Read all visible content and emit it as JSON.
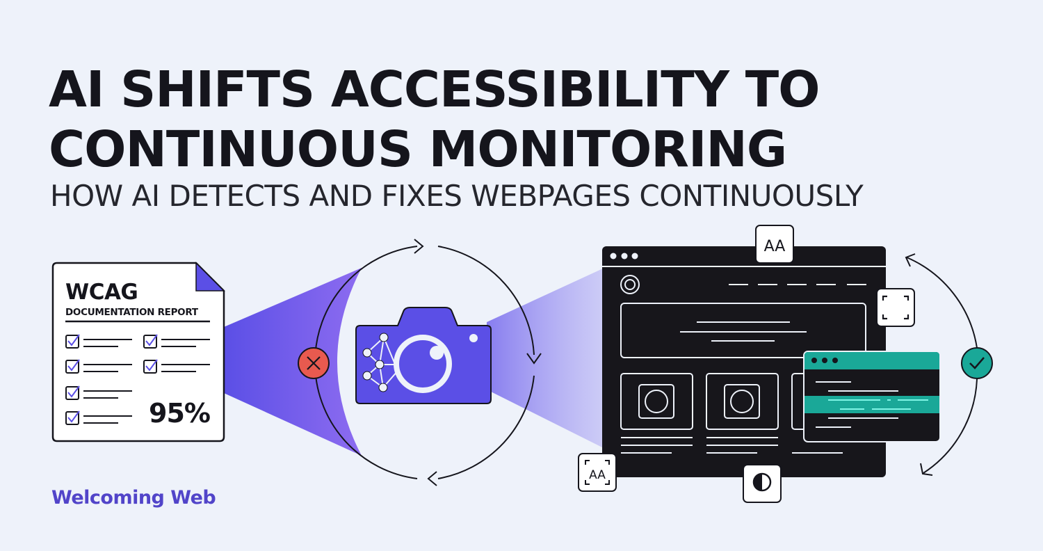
{
  "headline": {
    "line1": "AI SHIFTS ACCESSIBILITY TO",
    "line2": "CONTINUOUS MONITORING",
    "subtitle": "HOW AI DETECTS AND FIXES WEBPAGES CONTINUOUSLY"
  },
  "report": {
    "title": "WCAG",
    "subtitle": "DOCUMENTATION REPORT",
    "score": "95%",
    "checklist_items": 6
  },
  "scanner": {
    "icon": "ai-camera-icon",
    "error_status": "error-x-icon",
    "cycle": "refresh-cycle-arrows"
  },
  "webpage": {
    "icons": [
      "text-size-icon",
      "focus-frame-icon",
      "text-scan-icon",
      "contrast-icon"
    ],
    "fix_status": "check-icon",
    "text_size_label": "AA",
    "text_scan_label": "AA"
  },
  "brand": {
    "name": "Welcoming Web"
  },
  "colors": {
    "background": "#eef2fa",
    "text": "#15151c",
    "accent_purple": "#5b4fe6",
    "brand_purple": "#5144c9",
    "error_red": "#e85a4f",
    "success_teal": "#1aa898",
    "browser_dark": "#17161b"
  }
}
